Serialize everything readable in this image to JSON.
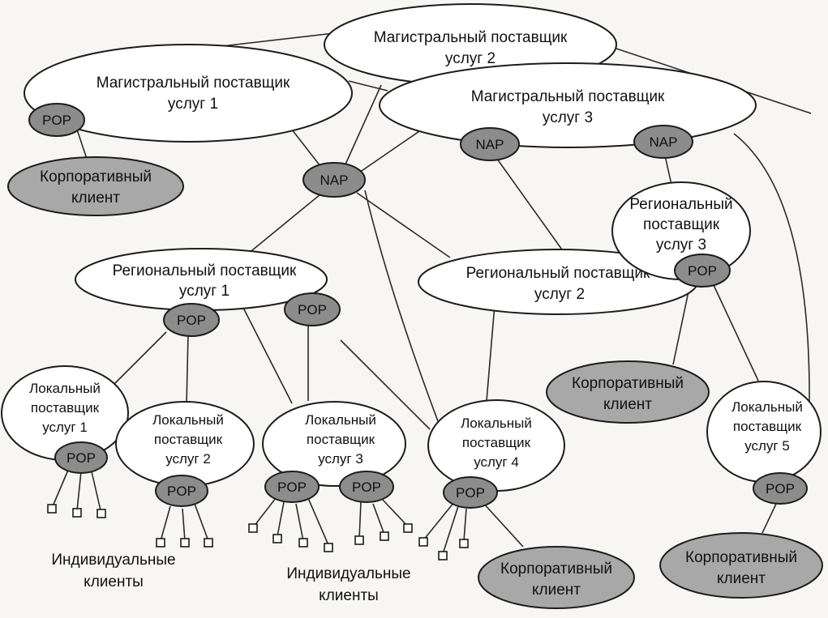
{
  "nodes": {
    "backbone1": [
      "Магистральный поставщик",
      "услуг 1"
    ],
    "backbone2": [
      "Магистральный поставщик",
      "услуг 2"
    ],
    "backbone3": [
      "Магистральный поставщик",
      "услуг 3"
    ],
    "regional1": [
      "Региональный поставщик",
      "услуг 1"
    ],
    "regional2": [
      "Региональный поставщик",
      "услуг 2"
    ],
    "regional3": [
      "Региональный",
      "поставщик",
      "услуг 3"
    ],
    "local1": [
      "Локальный",
      "поставщик",
      "услуг 1"
    ],
    "local2": [
      "Локальный",
      "поставщик",
      "услуг 2"
    ],
    "local3": [
      "Локальный",
      "поставщик",
      "услуг 3"
    ],
    "local4": [
      "Локальный",
      "поставщик",
      "услуг 4"
    ],
    "local5": [
      "Локальный",
      "поставщик",
      "услуг 5"
    ],
    "corporate_client": [
      "Корпоративный",
      "клиент"
    ],
    "pop": "POP",
    "nap": "NAP",
    "individual_clients": [
      "Индивидуальные",
      "клиенты"
    ]
  }
}
